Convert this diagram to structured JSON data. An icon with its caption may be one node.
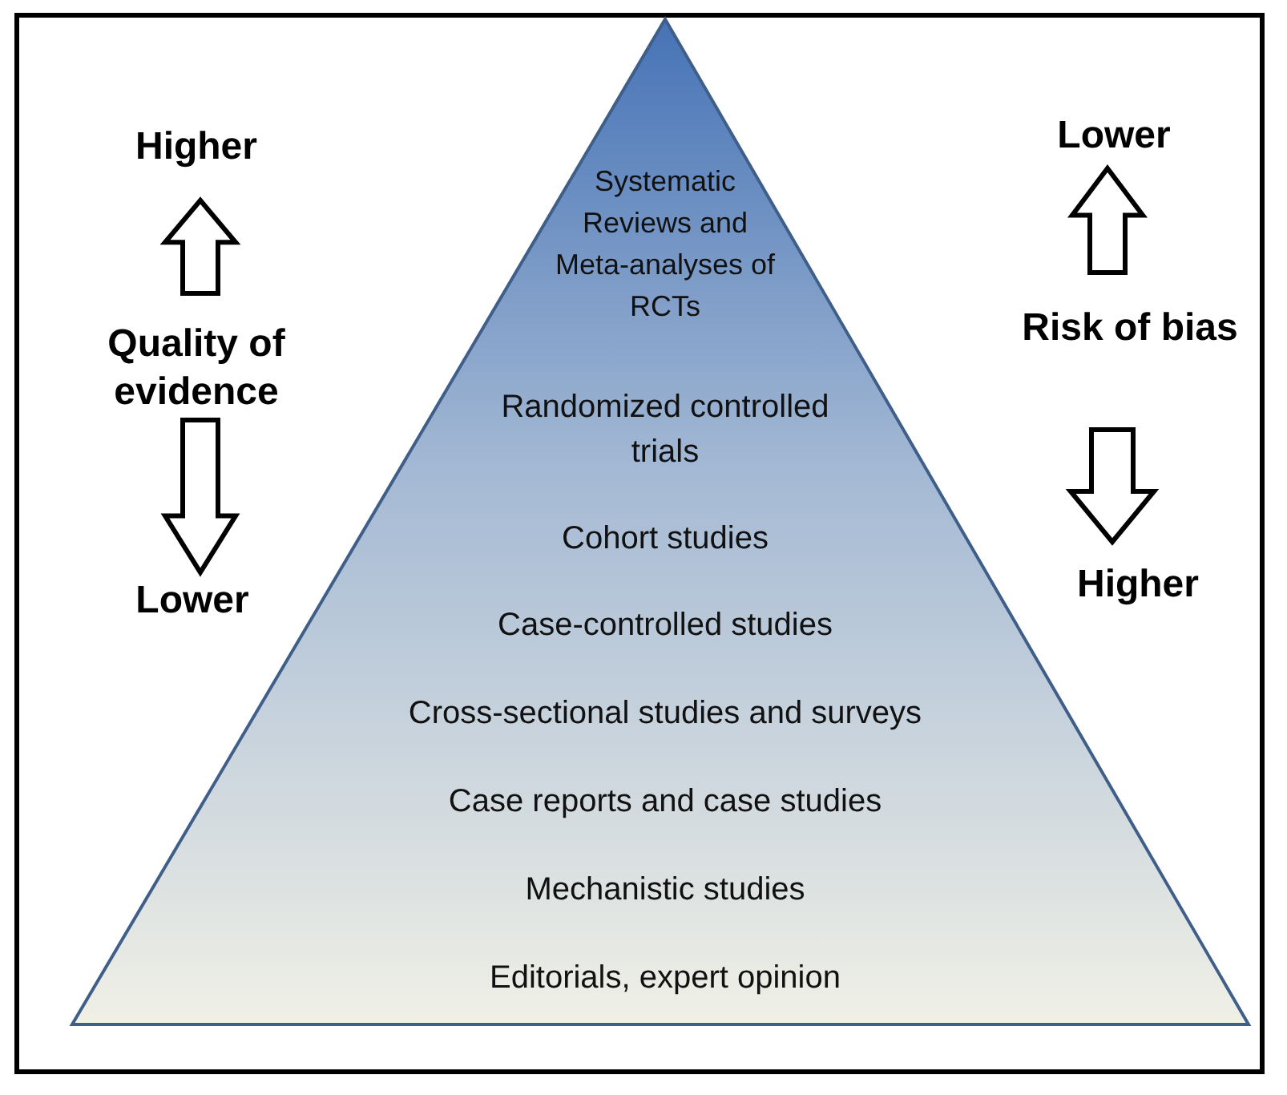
{
  "diagram": {
    "nodes": [
      {
        "text": [
          "Systematic Reviews and Meta-analyses of RCTs",
          "Randomized controlled trials",
          "Cohort studies",
          "Case-controlled studies",
          "Cross-sectional studies and surveys",
          "Case reports and case studies",
          "Mechanistic studies",
          "Editorials, expert opinion"
        ]
      }
    ],
    "labels": [
      "Higher",
      "Quality of evidence",
      "Lower",
      "Lower",
      "Risk of bias",
      "Higher"
    ]
  }
}
